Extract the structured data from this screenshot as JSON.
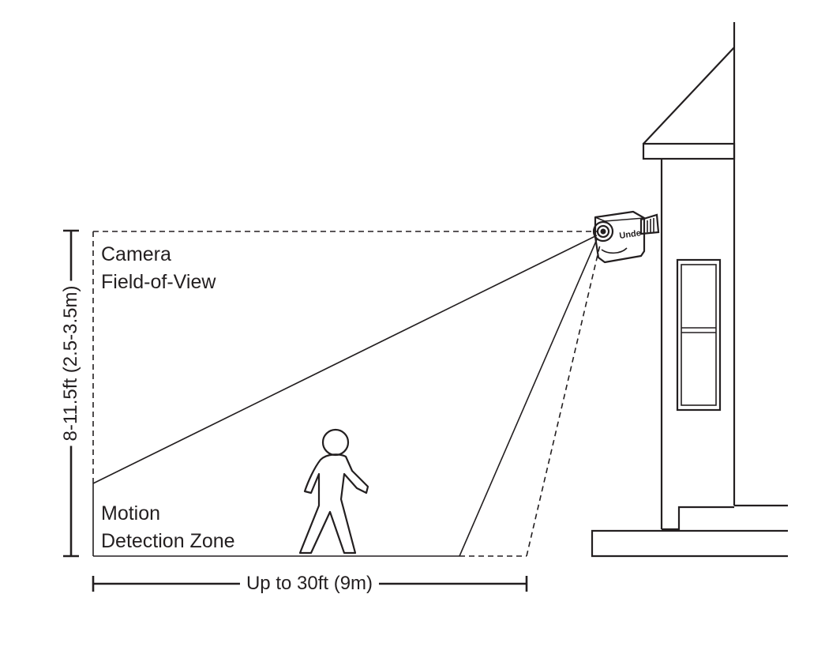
{
  "labels": {
    "fov_line1": "Camera",
    "fov_line2": "Field-of-View",
    "motion_line1": "Motion",
    "motion_line2": "Detection Zone",
    "height": "8-11.5ft (2.5-3.5m)",
    "distance": "Up to 30ft (9m)",
    "camera_brand": "Unde"
  },
  "colors": {
    "ink": "#231f20",
    "background": "#ffffff"
  }
}
